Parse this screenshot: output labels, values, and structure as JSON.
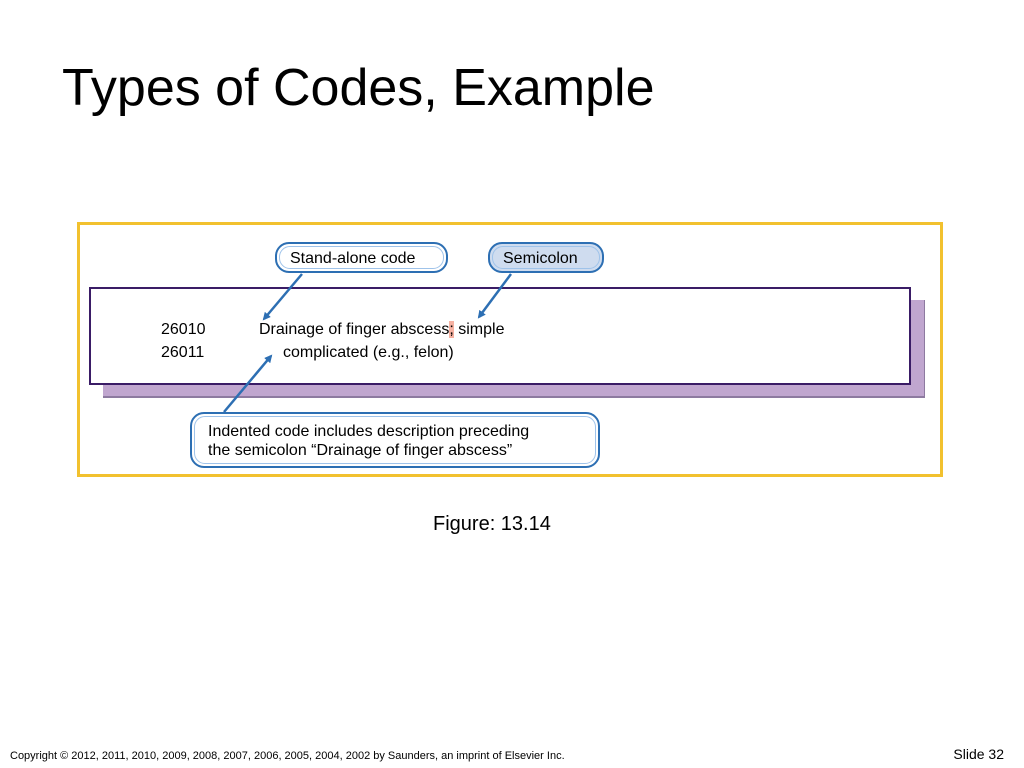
{
  "slide": {
    "title": "Types of Codes, Example",
    "caption": "Figure: 13.14",
    "copyright": "Copyright © 2012, 2011, 2010, 2009, 2008, 2007, 2006, 2005, 2004, 2002 by Saunders, an imprint of Elsevier Inc.",
    "slide_number": "Slide 32"
  },
  "figure": {
    "callouts": {
      "stand_alone": "Stand-alone code",
      "semicolon": "Semicolon",
      "indented_line1": "Indented code includes description preceding",
      "indented_line2": "the semicolon “Drainage of finger abscess”"
    },
    "rows": [
      {
        "code": "26010",
        "desc_before": "Drainage of finger abscess",
        "semicolon": ";",
        "desc_after": " simple"
      },
      {
        "code": "26011",
        "desc": "complicated (e.g., felon)"
      }
    ]
  },
  "colors": {
    "frame": "#f2c12e",
    "arrow": "#2d6fb3",
    "box_border": "#3a1c66",
    "shadow": "#c0a6cf",
    "semicolon_highlight": "#f6b1a1",
    "semicolon_callout_fill": "#cfdcef"
  }
}
